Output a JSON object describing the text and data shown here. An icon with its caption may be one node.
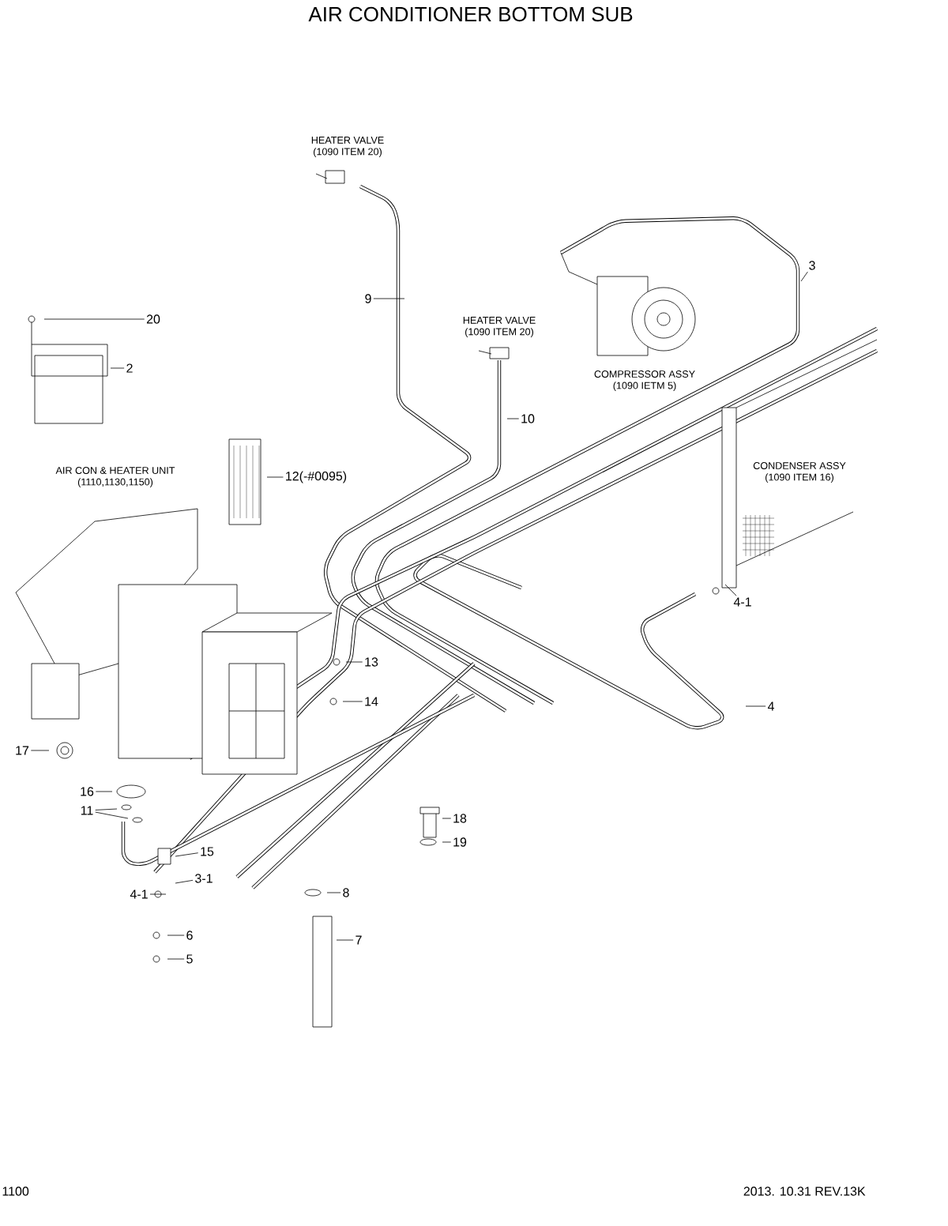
{
  "diagram": {
    "title": "AIR CONDITIONER BOTTOM SUB",
    "nodes": [
      {
        "text": [
          "20"
        ]
      },
      {
        "text": [
          "2"
        ]
      },
      {
        "text": [
          "9"
        ]
      },
      {
        "text": [
          "3"
        ]
      },
      {
        "text": [
          "10"
        ]
      },
      {
        "text": [
          "12(-#0095)"
        ]
      },
      {
        "text": [
          "4-1"
        ]
      },
      {
        "text": [
          "4"
        ]
      },
      {
        "text": [
          "13"
        ]
      },
      {
        "text": [
          "14"
        ]
      },
      {
        "text": [
          "17"
        ]
      },
      {
        "text": [
          "16"
        ]
      },
      {
        "text": [
          "11"
        ]
      },
      {
        "text": [
          "15"
        ]
      },
      {
        "text": [
          "3-1"
        ]
      },
      {
        "text": [
          "4-1"
        ]
      },
      {
        "text": [
          "6"
        ]
      },
      {
        "text": [
          "5"
        ]
      },
      {
        "text": [
          "8"
        ]
      },
      {
        "text": [
          "7"
        ]
      },
      {
        "text": [
          "18"
        ]
      },
      {
        "text": [
          "19"
        ]
      }
    ],
    "edges": [
      {
        "from": 0,
        "to": null,
        "arrow": "none"
      },
      {
        "from": 1,
        "to": null,
        "arrow": "none"
      },
      {
        "from": 2,
        "to": null,
        "arrow": "none"
      },
      {
        "from": 3,
        "to": null,
        "arrow": "none"
      },
      {
        "from": 4,
        "to": null,
        "arrow": "none"
      },
      {
        "from": 5,
        "to": null,
        "arrow": "none"
      },
      {
        "from": 6,
        "to": null,
        "arrow": "none"
      },
      {
        "from": 7,
        "to": null,
        "arrow": "none"
      },
      {
        "from": 8,
        "to": null,
        "arrow": "none"
      },
      {
        "from": 9,
        "to": null,
        "arrow": "none"
      },
      {
        "from": 10,
        "to": null,
        "arrow": "none"
      },
      {
        "from": 11,
        "to": null,
        "arrow": "none"
      },
      {
        "from": 12,
        "to": null,
        "arrow": "none"
      },
      {
        "from": 12,
        "to": null,
        "arrow": "none"
      },
      {
        "from": 13,
        "to": null,
        "arrow": "none"
      },
      {
        "from": 14,
        "to": null,
        "arrow": "none"
      },
      {
        "from": 15,
        "to": null,
        "arrow": "none"
      },
      {
        "from": 16,
        "to": null,
        "arrow": "none"
      },
      {
        "from": 17,
        "to": null,
        "arrow": "none"
      },
      {
        "from": 18,
        "to": null,
        "arrow": "none"
      },
      {
        "from": 19,
        "to": null,
        "arrow": "none"
      },
      {
        "from": 20,
        "to": null,
        "arrow": "none"
      },
      {
        "from": 21,
        "to": null,
        "arrow": "none"
      }
    ],
    "labels": [
      "HEATER VALVE (1090 ITEM 20)",
      "HEATER VALVE (1090 ITEM 20)",
      "COMPRESSOR ASSY (1090 IETM 5)",
      "CONDENSER ASSY (1090 ITEM 16)",
      "AIR CON & HEATER UNIT (1110,1130,1150)",
      "1100",
      "2013. 10.31 REV.13K"
    ]
  }
}
